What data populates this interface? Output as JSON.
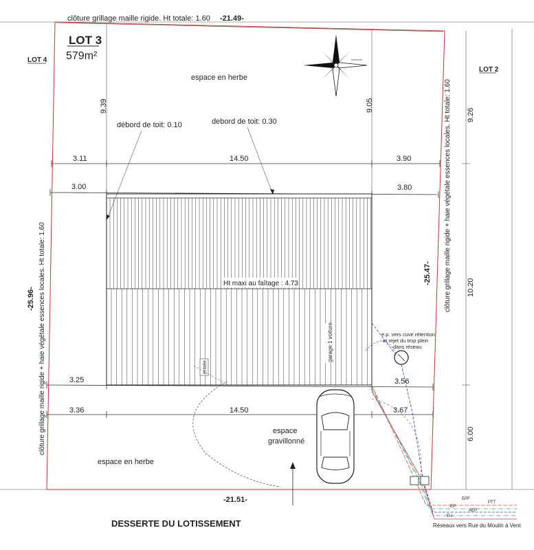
{
  "lot": {
    "title": "LOT 3",
    "area": "579m²"
  },
  "neighbors": {
    "left": "LOT 4",
    "right": "LOT 2"
  },
  "fences": {
    "top": "clôture grillage maille rigide. Ht totale: 1.60",
    "left": "clôture grillage maille rigide + haie végétale essences locales. Ht totale: 1.60",
    "right": "clôture grillage maille rigide + haie végétale essences locales. Ht totale: 1.60"
  },
  "boundaries": {
    "top": "-21.49-",
    "left": "-25.96-",
    "right": "-25.47-",
    "bottom": "-21.51-"
  },
  "dimensions": {
    "setback_top_left": "9.39",
    "setback_top_right": "9.05",
    "right_top": "9.26",
    "right_mid": "10.20",
    "right_bottom": "6.00",
    "row1": [
      "3.11",
      "14.50",
      "3.90"
    ],
    "row2": [
      "3.00",
      "3.80"
    ],
    "row3": [
      "3.25",
      "3.56"
    ],
    "row4": [
      "3.36",
      "14.50",
      "3.67"
    ]
  },
  "annotations": {
    "overhang_left": "débord de toit: 0.10",
    "overhang_right": "debord de toit: 0.30",
    "ridge_height": "Ht maxi au faîtage : 4.73",
    "garage": "garage 1 voiture",
    "entry": "entrée",
    "rainwater": [
      "e.p. vers cuve rétention",
      "et rejet du trop plein",
      "dans réseau"
    ]
  },
  "zones": {
    "grass_top": "espace en herbe",
    "grass_bottom": "espace en herbe",
    "gravel": [
      "espace",
      "gravillonné"
    ]
  },
  "road": "DESSERTE DU LOTISSEMENT",
  "networks": {
    "caption": "Réseaux vers Rue du Moulin à Vent",
    "labels": [
      "EPF",
      "PTT",
      "EP",
      "AEP",
      "EU"
    ]
  },
  "colors": {
    "boundary": "#c0392b",
    "line": "#333333",
    "epf": "#e74c3c",
    "ptt": "#27ae60",
    "ep": "#2c3e9e",
    "aep": "#16a0c8",
    "eu": "#d63031"
  }
}
